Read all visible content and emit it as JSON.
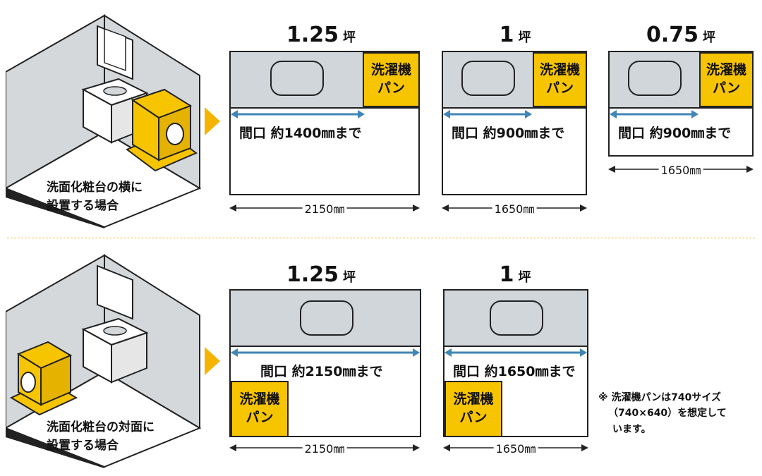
{
  "top": {
    "scene_label_line1": "洗面化粧台の横に",
    "scene_label_line2": "設置する場合",
    "plans": [
      {
        "size": "1.25",
        "unit": "坪",
        "pan_line1": "洗濯機",
        "pan_line2": "パン",
        "opening": "間口 約1400㎜まで",
        "width": "2150㎜"
      },
      {
        "size": "1",
        "unit": "坪",
        "pan_line1": "洗濯機",
        "pan_line2": "パン",
        "opening": "間口 約900㎜まで",
        "width": "1650㎜"
      },
      {
        "size": "0.75",
        "unit": "坪",
        "pan_line1": "洗濯機",
        "pan_line2": "パン",
        "opening": "間口 約900㎜まで",
        "width": "1650㎜"
      }
    ]
  },
  "bottom": {
    "scene_label_line1": "洗面化粧台の対面に",
    "scene_label_line2": "設置する場合",
    "plans": [
      {
        "size": "1.25",
        "unit": "坪",
        "pan_line1": "洗濯機",
        "pan_line2": "パン",
        "opening": "間口 約2150㎜まで",
        "width": "2150㎜"
      },
      {
        "size": "1",
        "unit": "坪",
        "pan_line1": "洗濯機",
        "pan_line2": "パン",
        "opening": "間口 約1650㎜まで",
        "width": "1650㎜"
      }
    ]
  },
  "note": {
    "line1": "※ 洗濯機パンは740サイズ",
    "line2": "（740×640）を想定して",
    "line3": "います。"
  },
  "colors": {
    "counter": "#d0d6da",
    "pan": "#f7c400",
    "arrow_blue": "#3f86b5",
    "accent": "#f5b400",
    "divider": "#f2b53a"
  }
}
